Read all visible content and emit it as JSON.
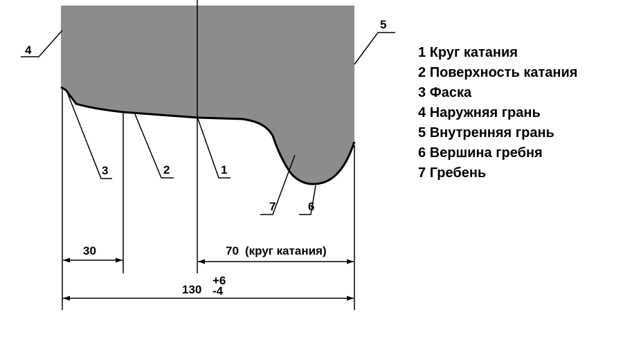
{
  "callouts": {
    "c1": "1",
    "c2": "2",
    "c3": "3",
    "c4": "4",
    "c5": "5",
    "c6": "6",
    "c7": "7"
  },
  "legend": [
    {
      "num": "1",
      "text": "Круг катания"
    },
    {
      "num": "2",
      "text": "Поверхность катания"
    },
    {
      "num": "3",
      "text": "Фаска"
    },
    {
      "num": "4",
      "text": "Наружняя грань"
    },
    {
      "num": "5",
      "text": "Внутренняя грань"
    },
    {
      "num": "6",
      "text": "Вершина гребня"
    },
    {
      "num": "7",
      "text": "Гребень"
    }
  ],
  "dimensions": {
    "chamfer": "30",
    "rolling_circle_value": "70",
    "rolling_circle_note": "(круг катания)",
    "total": "130",
    "tol_plus": "+6",
    "tol_minus": "-4"
  },
  "colors": {
    "profile_fill": "#8c8c8c",
    "line": "#000000"
  }
}
